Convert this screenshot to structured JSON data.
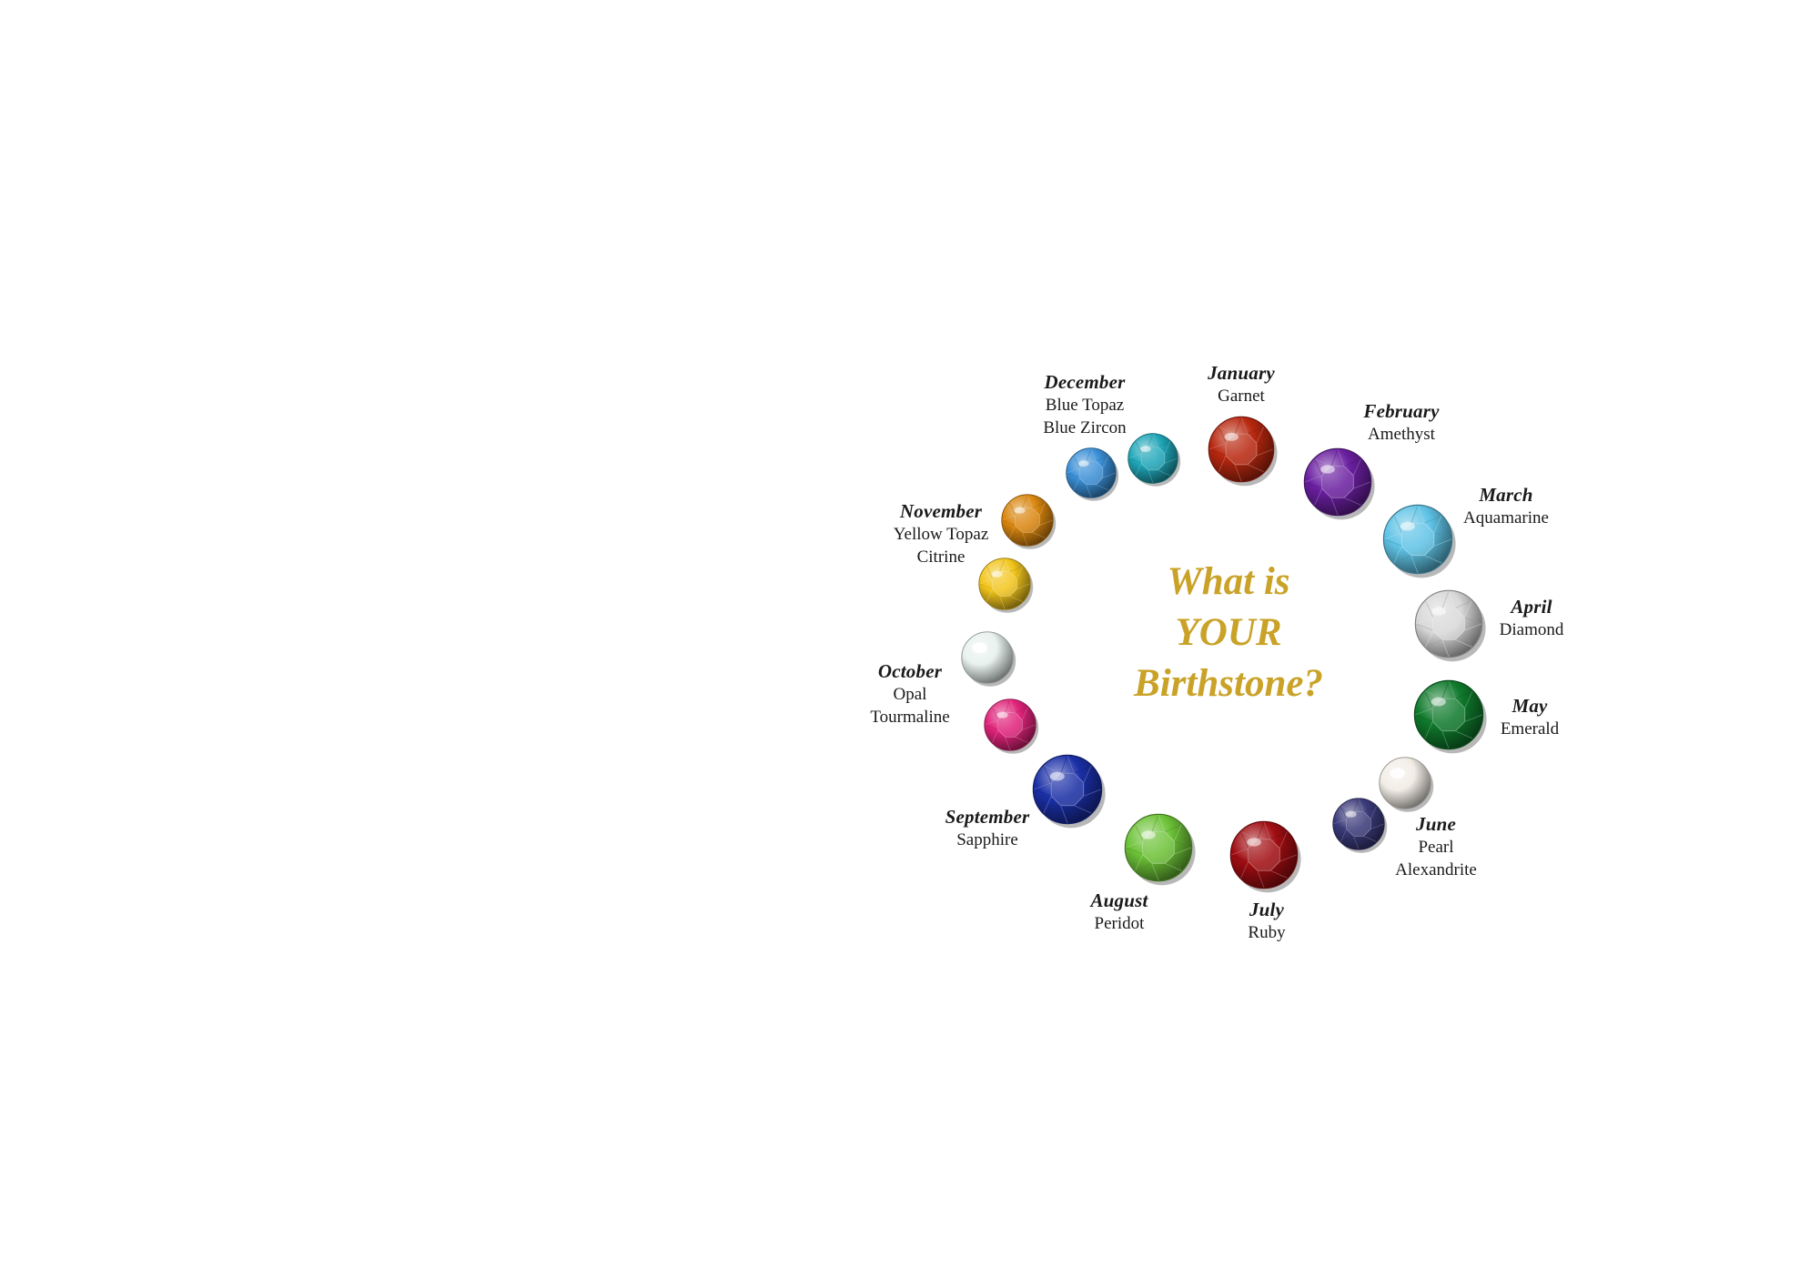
{
  "headline": {
    "lines": [
      "What is",
      "YOUR",
      "Birthstone?"
    ],
    "color": "#c9a227"
  },
  "months": [
    {
      "month": "January",
      "stones": [
        "Garnet"
      ],
      "colors": [
        "#b8270f"
      ]
    },
    {
      "month": "February",
      "stones": [
        "Amethyst"
      ],
      "colors": [
        "#6a1fa0"
      ]
    },
    {
      "month": "March",
      "stones": [
        "Aquamarine"
      ],
      "colors": [
        "#5fc3e6"
      ]
    },
    {
      "month": "April",
      "stones": [
        "Diamond"
      ],
      "colors": [
        "#d8d8d8"
      ]
    },
    {
      "month": "May",
      "stones": [
        "Emerald"
      ],
      "colors": [
        "#0f7a2c"
      ]
    },
    {
      "month": "June",
      "stones": [
        "Pearl",
        "Alexandrite"
      ],
      "colors": [
        "#f2ede6",
        "#3a3a7a"
      ]
    },
    {
      "month": "July",
      "stones": [
        "Ruby"
      ],
      "colors": [
        "#a00d12"
      ]
    },
    {
      "month": "August",
      "stones": [
        "Peridot"
      ],
      "colors": [
        "#6cc237"
      ]
    },
    {
      "month": "September",
      "stones": [
        "Sapphire"
      ],
      "colors": [
        "#1a2fa6"
      ]
    },
    {
      "month": "October",
      "stones": [
        "Opal",
        "Tourmaline"
      ],
      "colors": [
        "#e8f2ee",
        "#e0237a"
      ]
    },
    {
      "month": "November",
      "stones": [
        "Yellow Topaz",
        "Citrine"
      ],
      "colors": [
        "#d9860f",
        "#f2c51c"
      ]
    },
    {
      "month": "December",
      "stones": [
        "Blue Topaz",
        "Blue Zircon"
      ],
      "colors": [
        "#3a8fd6",
        "#1fa6b8"
      ]
    }
  ]
}
